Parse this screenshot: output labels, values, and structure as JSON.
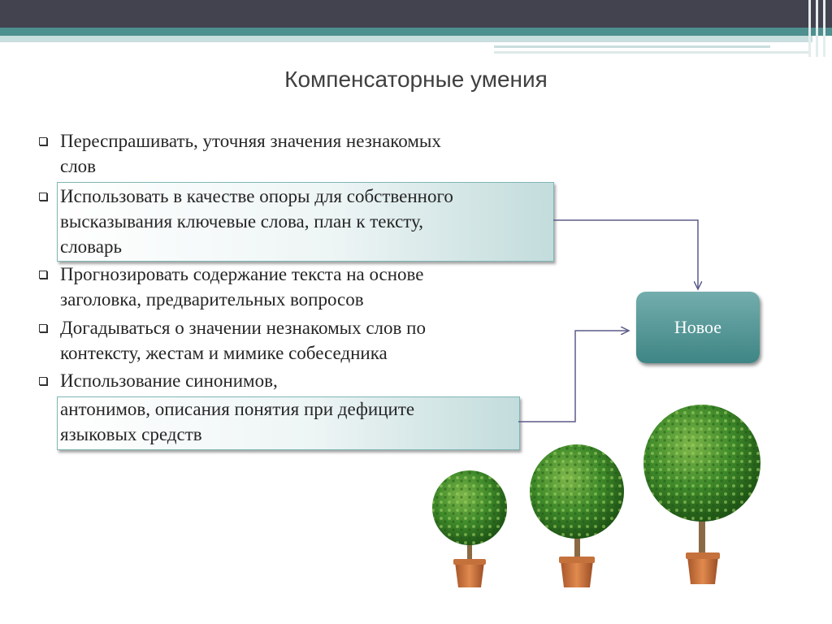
{
  "slide": {
    "title": "Компенсаторные умения",
    "items": [
      {
        "lines": [
          "Переспрашивать, уточняя значения незнакомых",
          "слов"
        ]
      },
      {
        "lines": [
          "Использовать в качестве опоры для собственного",
          "высказывания ключевые слова, план к тексту,",
          "словарь"
        ]
      },
      {
        "lines": [
          "Прогнозировать содержание текста на основе",
          "заголовка, предварительных вопросов"
        ]
      },
      {
        "lines": [
          "Догадываться о значении незнакомых слов по",
          "контексту, жестам и мимике собеседника"
        ]
      },
      {
        "lines": [
          "Использование синонимов,",
          "антонимов, описания понятия при дефиците",
          "языковых средств"
        ]
      }
    ],
    "new_box_label": "Новое",
    "colors": {
      "header_dark": "#43434f",
      "header_teal": "#4e8f8f",
      "accent_teal": "#3e8585",
      "connector": "#5c5c8a"
    }
  }
}
